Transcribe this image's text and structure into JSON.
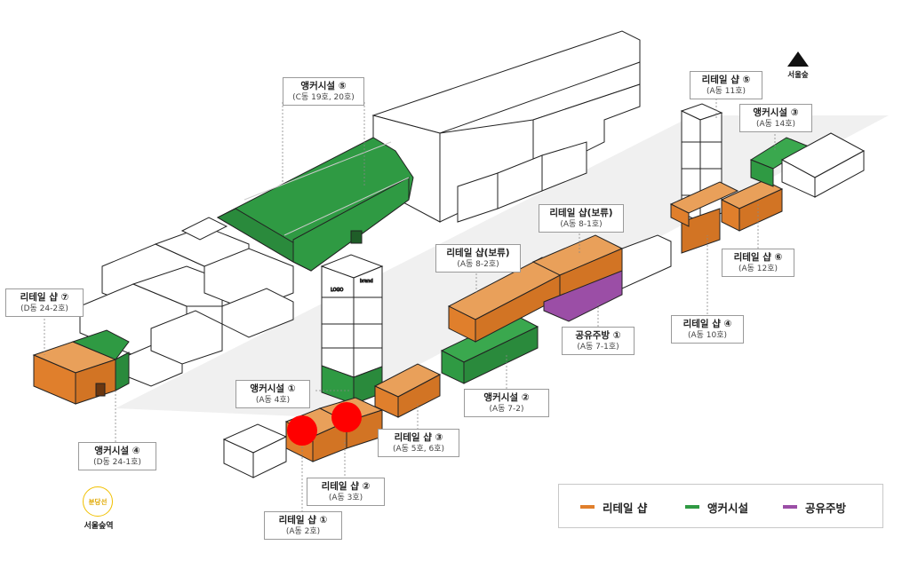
{
  "colors": {
    "retail": "#e07f2c",
    "anchor": "#2f9a43",
    "kitchen": "#9b4ea6",
    "marker": "#ff0000"
  },
  "callouts": {
    "anchor5": {
      "title": "앵커시설 ⑤",
      "sub": "(C동 19호, 20호)"
    },
    "retail5": {
      "title": "리테일 샵 ⑤",
      "sub": "(A동 11호)"
    },
    "anchor3": {
      "title": "앵커시설 ③",
      "sub": "(A동 14호)"
    },
    "retailHold1": {
      "title": "리테일 샵(보류)",
      "sub": "(A동 8-1호)"
    },
    "retailHold2": {
      "title": "리테일 샵(보류)",
      "sub": "(A동 8-2호)"
    },
    "retail6": {
      "title": "리테일 샵 ⑥",
      "sub": "(A동 12호)"
    },
    "retail7": {
      "title": "리테일 샵 ⑦",
      "sub": "(D동 24-2호)"
    },
    "kitchen1": {
      "title": "공유주방 ①",
      "sub": "(A동 7-1호)"
    },
    "retail4": {
      "title": "리테일 샵 ④",
      "sub": "(A동 10호)"
    },
    "anchor1": {
      "title": "앵커시설 ①",
      "sub": "(A동 4호)"
    },
    "anchor2": {
      "title": "앵커시설 ②",
      "sub": "(A동 7-2)"
    },
    "retail3": {
      "title": "리테일 샵 ③",
      "sub": "(A동 5호, 6호)"
    },
    "anchor4": {
      "title": "앵커시설 ④",
      "sub": "(D동 24-1호)"
    },
    "retail2": {
      "title": "리테일 샵 ②",
      "sub": "(A동 3호)"
    },
    "retail1": {
      "title": "리테일 샵 ①",
      "sub": "(A동 2호)"
    }
  },
  "legend": [
    {
      "label": "리테일 샵"
    },
    {
      "label": "앵커시설"
    },
    {
      "label": "공유주방"
    }
  ],
  "station": {
    "line": "분당선",
    "name": "서울숲역"
  },
  "forest": {
    "name": "서울숲"
  },
  "icons": {
    "forest": "mountain-icon",
    "station": "subway-station-icon"
  }
}
